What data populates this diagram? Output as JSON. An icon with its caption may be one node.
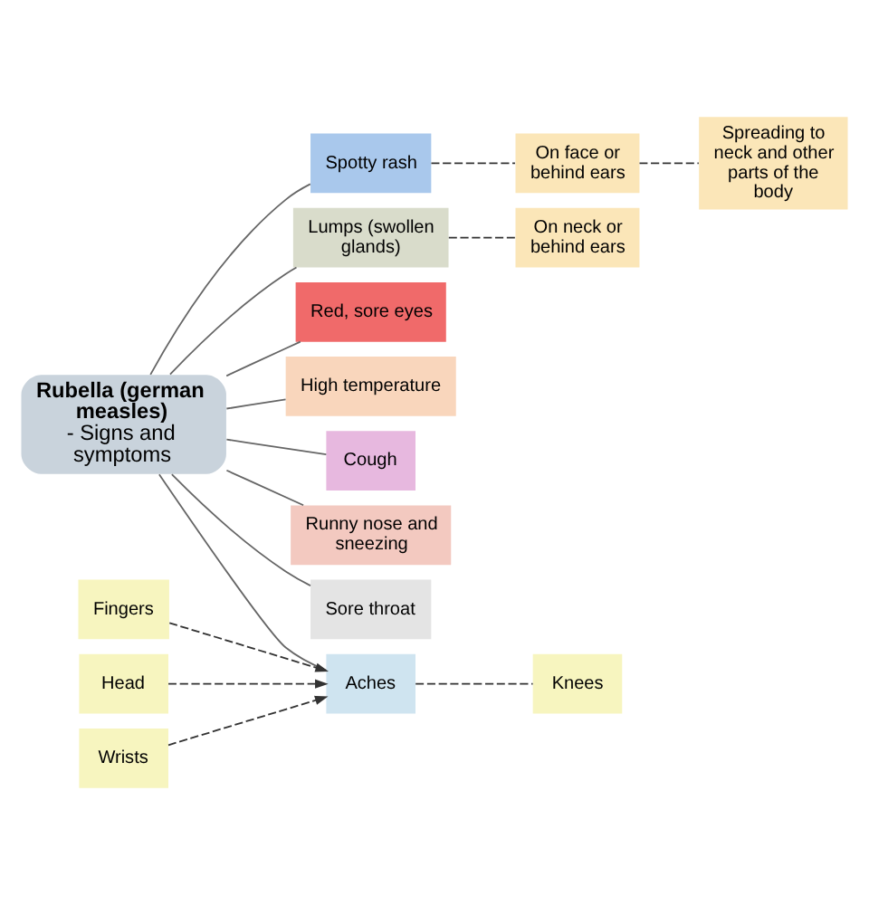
{
  "diagram": {
    "nodes": [
      {
        "text": [
          "Rubella (german measles)",
          "- Signs and symptoms"
        ]
      },
      {
        "text": [
          "Spotty rash"
        ]
      },
      {
        "text": [
          "On face or behind ears"
        ]
      },
      {
        "text": [
          "Spreading to neck and other parts of the body"
        ]
      },
      {
        "text": [
          "Lumps (swollen glands)"
        ]
      },
      {
        "text": [
          "On neck or behind ears"
        ]
      },
      {
        "text": [
          "Red, sore eyes"
        ]
      },
      {
        "text": [
          "Aches"
        ]
      },
      {
        "text": [
          "Fingers"
        ]
      },
      {
        "text": [
          "Head"
        ]
      },
      {
        "text": [
          "Wrists"
        ]
      },
      {
        "text": [
          "Knees"
        ]
      },
      {
        "text": [
          "High temperature"
        ]
      },
      {
        "text": [
          "Cough"
        ]
      },
      {
        "text": [
          "Runny nose and sneezing"
        ]
      },
      {
        "text": [
          "Sore throat"
        ]
      }
    ],
    "edges": [
      {
        "from": 0,
        "to": 1,
        "arrow": "none"
      },
      {
        "from": 0,
        "to": 4,
        "arrow": "none"
      },
      {
        "from": 0,
        "to": 6,
        "arrow": "none"
      },
      {
        "from": 0,
        "to": 7,
        "arrow": "none"
      },
      {
        "from": 0,
        "to": 12,
        "arrow": "none"
      },
      {
        "from": 0,
        "to": 13,
        "arrow": "none"
      },
      {
        "from": 0,
        "to": 14,
        "arrow": "none"
      },
      {
        "from": 0,
        "to": 15,
        "arrow": "none"
      },
      {
        "from": 1,
        "to": 2,
        "arrow": "none",
        "style": "dashed",
        "color": "#333333"
      },
      {
        "from": 2,
        "to": 3,
        "arrow": "none",
        "style": "dashed",
        "color": "#333333"
      },
      {
        "from": 4,
        "to": 5,
        "arrow": "none",
        "style": "dashed",
        "color": "#333333"
      },
      {
        "from": 8,
        "to": 7,
        "arrow": "to",
        "style": "dashed",
        "color": "#333333"
      },
      {
        "from": 9,
        "to": 7,
        "arrow": "to",
        "style": "dashed",
        "color": "#333333"
      },
      {
        "from": 10,
        "to": 7,
        "arrow": "to",
        "style": "dashed",
        "color": "#333333"
      },
      {
        "from": 7,
        "to": 11,
        "arrow": "none",
        "style": "dashed",
        "color": "#333333"
      }
    ]
  }
}
